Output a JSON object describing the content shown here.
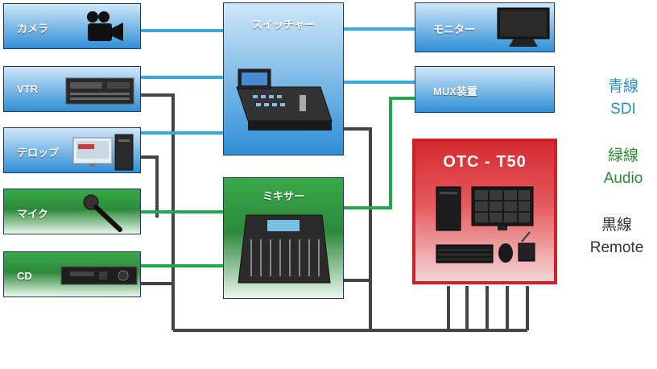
{
  "sources": [
    {
      "label": "カメラ",
      "icon": "video-camera-icon"
    },
    {
      "label": "VTR",
      "icon": "vtr-deck-icon"
    },
    {
      "label": "テロップ",
      "icon": "telop-workstation-icon"
    },
    {
      "label": "マイク",
      "icon": "microphone-icon"
    },
    {
      "label": "CD",
      "icon": "cd-player-icon"
    }
  ],
  "switcher": {
    "label": "スイッチャー",
    "icon": "video-switcher-icon"
  },
  "mixer": {
    "label": "ミキサー",
    "icon": "audio-mixer-icon"
  },
  "outputs": [
    {
      "label": "モニター",
      "icon": "monitor-icon"
    },
    {
      "label": "MUX装置",
      "icon": ""
    }
  ],
  "otc": {
    "title": "OTC - T50",
    "icon": "otc-pc-set-icon"
  },
  "legend": {
    "blue": {
      "line1": "青線",
      "line2": "SDI",
      "color": "#2e8bc8"
    },
    "green": {
      "line1": "緑線",
      "line2": "Audio",
      "color": "#2a8a30"
    },
    "black": {
      "line1": "黒線",
      "line2": "Remote",
      "color": "#333333"
    }
  },
  "colors": {
    "sdi": "#3aa7df",
    "audio": "#22a84a",
    "remote": "#444444",
    "otc": "#d0202a"
  }
}
